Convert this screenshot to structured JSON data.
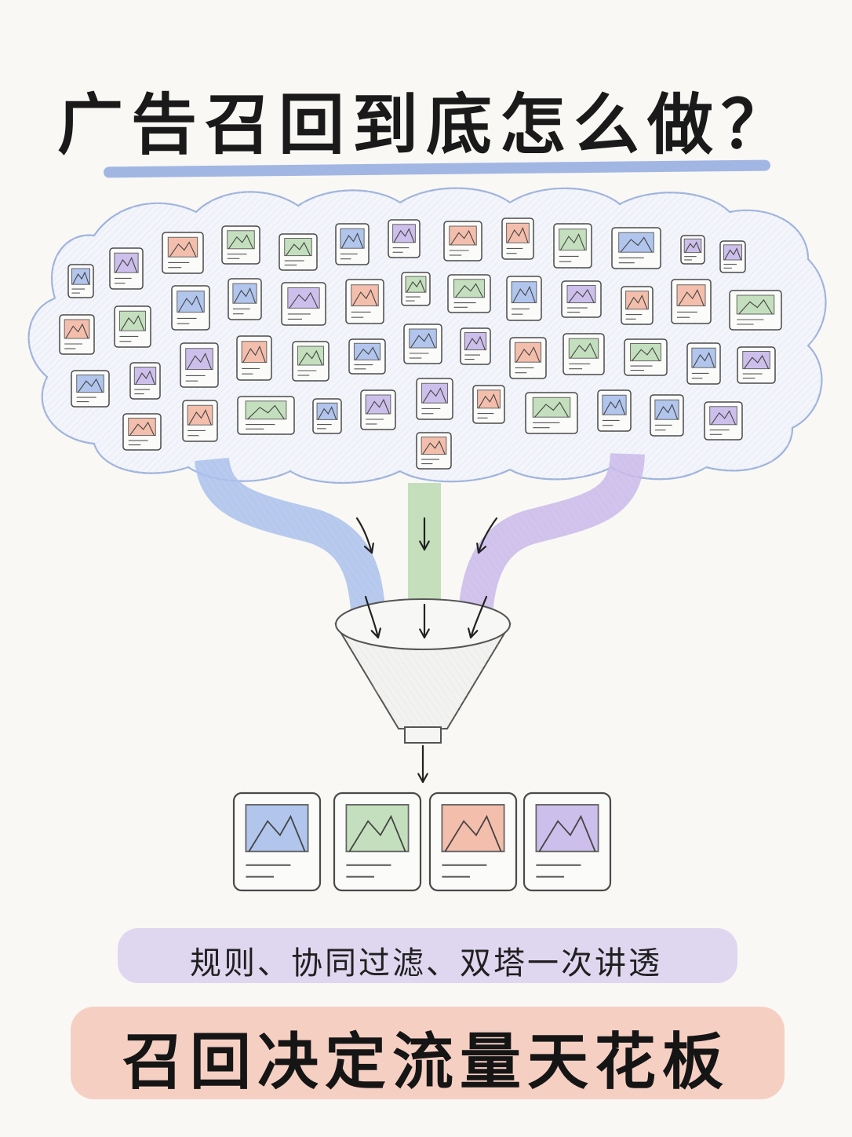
{
  "title": "广告召回到底怎么做？",
  "subtitle": "规则、协同过滤、双塔一次讲透",
  "banner": "召回决定流量天花板",
  "colors": {
    "background": "#f9f8f5",
    "underline": "#93aadf",
    "cloud_stroke": "#9fb3dc",
    "cloud_fill": "#f3f5fb",
    "subtitle_band": "#ddd5ef",
    "banner_band": "#f6cfc3",
    "blue": "#a9c0ec",
    "green": "#bfdcb7",
    "red": "#f4b8a4",
    "purple": "#c9b9ea"
  },
  "diagram": {
    "icons": [
      "image-card-icon",
      "down-arrow-icon",
      "funnel-icon"
    ],
    "pool_card_colors": [
      "blue",
      "green",
      "red",
      "purple"
    ],
    "channel_colors": [
      "blue",
      "green",
      "purple"
    ],
    "result_card_colors": [
      "blue",
      "green",
      "red",
      "purple"
    ]
  }
}
